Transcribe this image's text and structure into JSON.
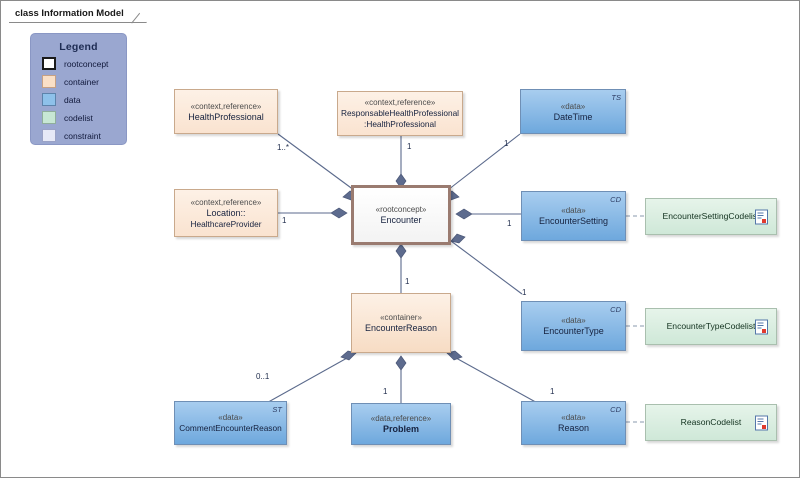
{
  "frame": {
    "label": "class Information Model"
  },
  "legend": {
    "title": "Legend",
    "items": [
      {
        "label": "rootconcept",
        "color": "#ffffff",
        "border": "#1a1a1a"
      },
      {
        "label": "container",
        "color": "#fae0c7",
        "border": "#c7a184"
      },
      {
        "label": "data",
        "color": "#8ec1ea",
        "border": "#5d83ab"
      },
      {
        "label": "codelist",
        "color": "#c7e7d4",
        "border": "#8fae9b"
      },
      {
        "label": "constraint",
        "color": "#e6e9f7",
        "border": "#9aa2c6"
      }
    ]
  },
  "nodes": [
    {
      "id": "healthprofessional",
      "stereotype": "«context,reference»",
      "name": "HealthProfessional",
      "kind": "context"
    },
    {
      "id": "responsablehealthprofessional",
      "stereotype": "«context,reference»",
      "name": "ResponsableHealthProfessional",
      "name2": ":HealthProfessional",
      "kind": "context"
    },
    {
      "id": "datetime",
      "stereotype": "«data»",
      "name": "DateTime",
      "corner": "TS",
      "kind": "data"
    },
    {
      "id": "location",
      "stereotype": "«context,reference»",
      "name": "Location::",
      "name2": "HealthcareProvider",
      "kind": "context"
    },
    {
      "id": "encounter",
      "stereotype": "«rootconcept»",
      "name": "Encounter",
      "kind": "rootconcept"
    },
    {
      "id": "encountersetting",
      "stereotype": "«data»",
      "name": "EncounterSetting",
      "corner": "CD",
      "kind": "data"
    },
    {
      "id": "encountersettingcodelist",
      "name": "EncounterSettingCodelist",
      "kind": "codelist"
    },
    {
      "id": "encounterreason",
      "stereotype": "«container»",
      "name": "EncounterReason",
      "kind": "container"
    },
    {
      "id": "encountertype",
      "stereotype": "«data»",
      "name": "EncounterType",
      "corner": "CD",
      "kind": "data"
    },
    {
      "id": "encountertypecodelist",
      "name": "EncounterTypeCodelist",
      "kind": "codelist"
    },
    {
      "id": "commentencounterreason",
      "stereotype": "«data»",
      "name": "CommentEncounterReason",
      "corner": "ST",
      "kind": "data"
    },
    {
      "id": "problem",
      "stereotype": "«data,reference»",
      "name": "Problem",
      "kind": "data"
    },
    {
      "id": "reason",
      "stereotype": "«data»",
      "name": "Reason",
      "corner": "CD",
      "kind": "data"
    },
    {
      "id": "reasoncodelist",
      "name": "ReasonCodelist",
      "kind": "codelist"
    }
  ],
  "multiplicities": [
    {
      "id": "m-healthprofessional",
      "value": "1..*"
    },
    {
      "id": "m-responsable",
      "value": "1"
    },
    {
      "id": "m-datetime",
      "value": "1"
    },
    {
      "id": "m-location",
      "value": "1"
    },
    {
      "id": "m-encountersetting",
      "value": "1"
    },
    {
      "id": "m-encountertype",
      "value": "1"
    },
    {
      "id": "m-encounterreason",
      "value": "1"
    },
    {
      "id": "m-comment",
      "value": "0..1"
    },
    {
      "id": "m-problem",
      "value": "1"
    },
    {
      "id": "m-reason",
      "value": "1"
    }
  ],
  "icons": {
    "codelist_document": "document-icon"
  },
  "colors": {
    "connector": "#5b6a8c",
    "diamond": "#5d6b8e",
    "legend_panel": "#9aa7d0",
    "data_fill": "#8ec1ea",
    "container_fill": "#fae0c7",
    "codelist_fill": "#cfe8d8",
    "rootconcept_border": "#9a7b70"
  }
}
